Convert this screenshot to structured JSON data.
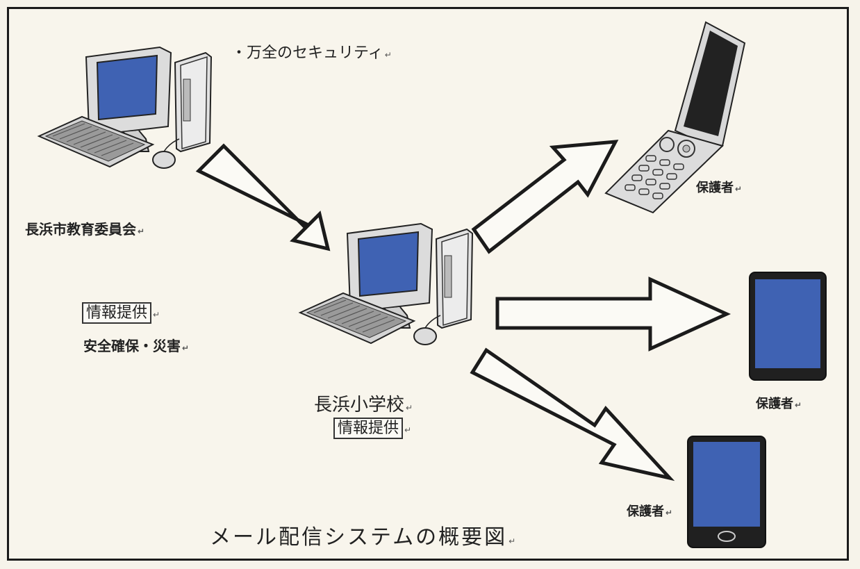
{
  "labels": {
    "security": "・万全のセキュリティ",
    "board": "長浜市教育委員会",
    "info_left": "情報提供",
    "safety": "安全確保・災害",
    "school": "長浜小学校",
    "info_school": "情報提供",
    "guardian_phone": "保護者",
    "guardian_tablet1": "保護者",
    "guardian_tablet2": "保護者",
    "caption": "メール配信システムの概要図"
  },
  "return_mark": "↵",
  "colors": {
    "screen": "#3f62b3",
    "frame": "#1b1b1b",
    "background": "#f8f5ec"
  },
  "icons": [
    "desktop-computer-icon",
    "flip-phone-icon",
    "tablet-icon"
  ]
}
